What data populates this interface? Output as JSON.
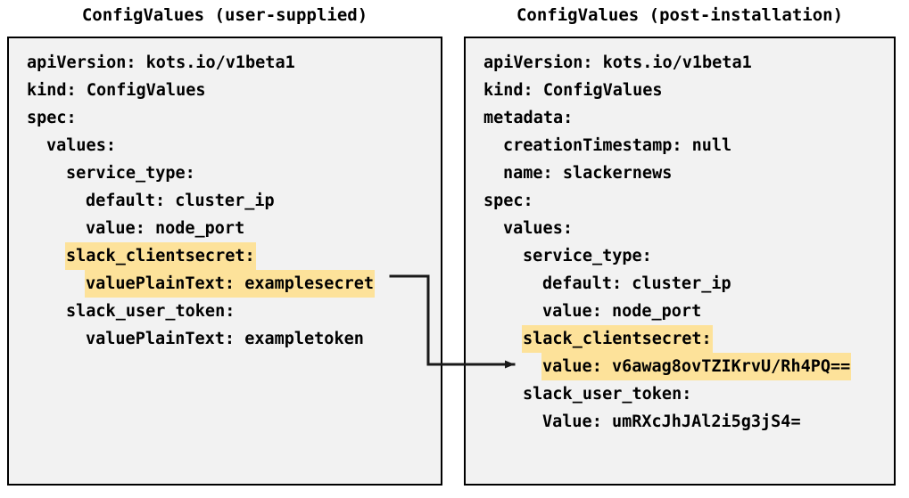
{
  "diagram": {
    "type": "two-panel-yaml-comparison",
    "highlight_color": "#fde29a",
    "box_background": "#f2f2f2",
    "border_color": "#000000",
    "text_color": "#000000"
  },
  "left_panel": {
    "title": "ConfigValues (user-supplied)",
    "lines": [
      {
        "indent": 0,
        "text": "apiVersion: kots.io/v1beta1",
        "highlight": false
      },
      {
        "indent": 0,
        "text": "kind: ConfigValues",
        "highlight": false
      },
      {
        "indent": 0,
        "text": "spec:",
        "highlight": false
      },
      {
        "indent": 1,
        "text": "values:",
        "highlight": false
      },
      {
        "indent": 2,
        "text": "service_type:",
        "highlight": false
      },
      {
        "indent": 3,
        "text": "default: cluster_ip",
        "highlight": false
      },
      {
        "indent": 3,
        "text": "value: node_port",
        "highlight": false
      },
      {
        "indent": 2,
        "text": "slack_clientsecret:",
        "highlight": true
      },
      {
        "indent": 3,
        "text": "valuePlainText: examplesecret",
        "highlight": true
      },
      {
        "indent": 2,
        "text": "slack_user_token:",
        "highlight": false
      },
      {
        "indent": 3,
        "text": "valuePlainText: exampletoken",
        "highlight": false
      }
    ]
  },
  "right_panel": {
    "title": "ConfigValues (post-installation)",
    "lines": [
      {
        "indent": 0,
        "text": "apiVersion: kots.io/v1beta1",
        "highlight": false
      },
      {
        "indent": 0,
        "text": "kind: ConfigValues",
        "highlight": false
      },
      {
        "indent": 0,
        "text": "metadata:",
        "highlight": false
      },
      {
        "indent": 1,
        "text": "creationTimestamp: null",
        "highlight": false
      },
      {
        "indent": 1,
        "text": "name: slackernews",
        "highlight": false
      },
      {
        "indent": 0,
        "text": "spec:",
        "highlight": false
      },
      {
        "indent": 1,
        "text": "values:",
        "highlight": false
      },
      {
        "indent": 2,
        "text": "service_type:",
        "highlight": false
      },
      {
        "indent": 3,
        "text": "default: cluster_ip",
        "highlight": false
      },
      {
        "indent": 3,
        "text": "value: node_port",
        "highlight": false
      },
      {
        "indent": 2,
        "text": "slack_clientsecret:",
        "highlight": true
      },
      {
        "indent": 3,
        "text": "value: v6awag8ovTZIKrvU/Rh4PQ==",
        "highlight": true
      },
      {
        "indent": 2,
        "text": "slack_user_token:",
        "highlight": false
      },
      {
        "indent": 3,
        "text": "Value: umRXcJhJAl2i5g3jS4=",
        "highlight": false
      }
    ]
  },
  "connector": {
    "from_label": "valuePlainText: examplesecret",
    "to_label": "value: v6awag8ovTZIKrvU/Rh4PQ==",
    "color": "#1a1a1a"
  }
}
